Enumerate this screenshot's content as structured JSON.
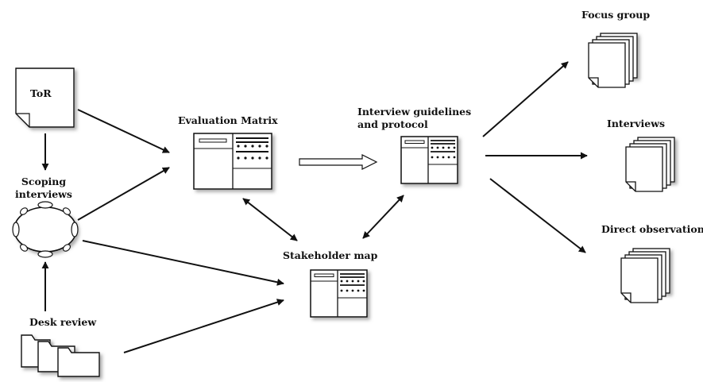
{
  "nodes": {
    "tor": {
      "label": "ToR"
    },
    "scoping": {
      "label_line1": "Scoping",
      "label_line2": "interviews"
    },
    "desk": {
      "label": "Desk review"
    },
    "matrix": {
      "label": "Evaluation Matrix"
    },
    "guidelines": {
      "label_line1": "Interview guidelines",
      "label_line2": "and protocol"
    },
    "stakeholder": {
      "label": "Stakeholder map"
    },
    "focus": {
      "label": "Focus group"
    },
    "interviews": {
      "label": "Interviews"
    },
    "observation": {
      "label": "Direct observation"
    }
  },
  "colors": {
    "stroke": "#111111",
    "shadow": "#9a9a9a",
    "background": "#ffffff"
  },
  "icons": {
    "tor": "document-icon",
    "scoping": "meeting-table-icon",
    "desk": "folders-icon",
    "matrix": "matrix-table-icon",
    "guidelines": "matrix-table-icon",
    "stakeholder": "matrix-table-icon",
    "focus": "document-stack-icon",
    "interviews": "document-stack-icon",
    "observation": "document-stack-icon"
  }
}
